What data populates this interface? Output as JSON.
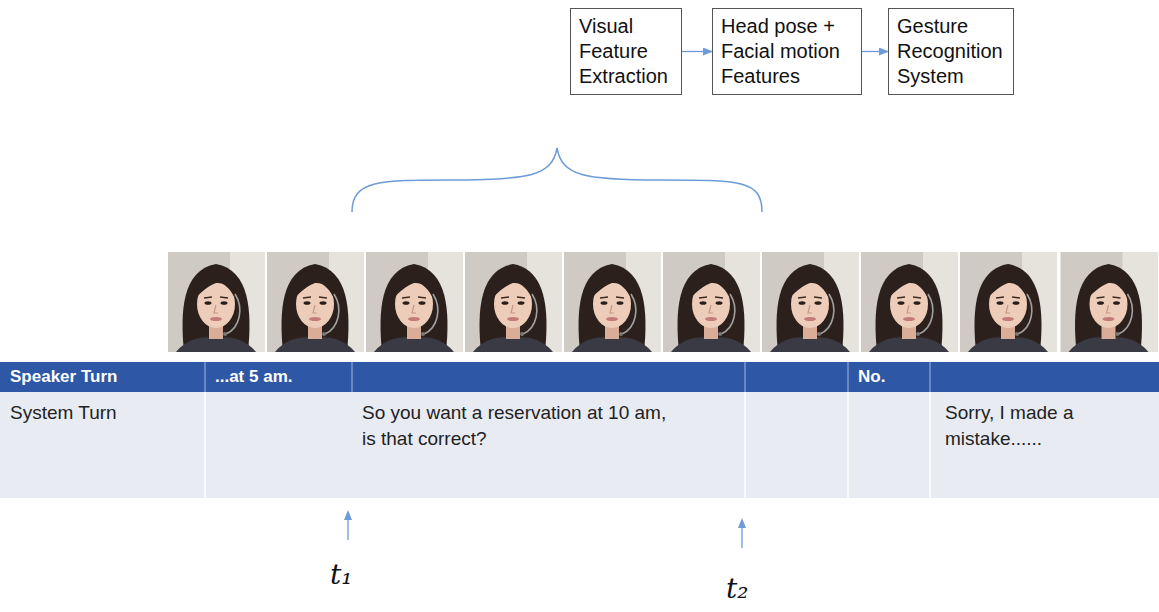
{
  "diagram": {
    "nodes": [
      {
        "text": [
          "Visual Feature Extraction"
        ]
      },
      {
        "text": [
          "Head pose + Facial motion Features"
        ]
      },
      {
        "text": [
          "Gesture Recognition System"
        ]
      }
    ],
    "edges": [
      {
        "from": 0,
        "to": 1,
        "arrow": "to"
      },
      {
        "from": 1,
        "to": 2,
        "arrow": "to"
      }
    ],
    "labels": [
      "Speaker Turn",
      "...at 5 am.",
      "No.",
      "System Turn",
      "So you want a reservation at 10 am, is that correct?",
      "Sorry, I made a mistake......",
      "t₁",
      "t₂"
    ]
  }
}
